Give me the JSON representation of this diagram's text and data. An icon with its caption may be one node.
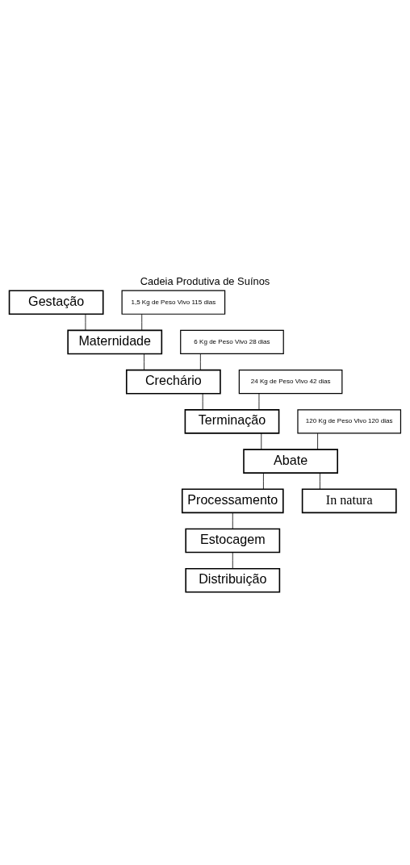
{
  "diagram": {
    "title": "Cadeia Produtiva de Suínos",
    "nodes": [
      {
        "text": [
          "Gestação"
        ]
      },
      {
        "text": [
          "1,5 Kg de Peso Vivo 115 dias"
        ]
      },
      {
        "text": [
          "Maternidade"
        ]
      },
      {
        "text": [
          "6 Kg de Peso Vivo 28 dias"
        ]
      },
      {
        "text": [
          "Crechário"
        ]
      },
      {
        "text": [
          "24 Kg de Peso Vivo 42 dias"
        ]
      },
      {
        "text": [
          "Terminação"
        ]
      },
      {
        "text": [
          "120 Kg de Peso Vivo 120 dias"
        ]
      },
      {
        "text": [
          "Abate"
        ]
      },
      {
        "text": [
          "Processamento"
        ]
      },
      {
        "text": [
          "In natura"
        ]
      },
      {
        "text": [
          "Estocagem"
        ]
      },
      {
        "text": [
          "Distribuição"
        ]
      }
    ],
    "edges": [
      {
        "from": 0,
        "to": 2,
        "arrow": "none"
      },
      {
        "from": 1,
        "to": 2,
        "arrow": "none"
      },
      {
        "from": 2,
        "to": 4,
        "arrow": "none"
      },
      {
        "from": 3,
        "to": 4,
        "arrow": "none"
      },
      {
        "from": 4,
        "to": 6,
        "arrow": "none"
      },
      {
        "from": 5,
        "to": 6,
        "arrow": "none"
      },
      {
        "from": 6,
        "to": 8,
        "arrow": "none"
      },
      {
        "from": 7,
        "to": 8,
        "arrow": "none"
      },
      {
        "from": 8,
        "to": 9,
        "arrow": "none"
      },
      {
        "from": 8,
        "to": 10,
        "arrow": "none"
      },
      {
        "from": 9,
        "to": 11,
        "arrow": "none"
      },
      {
        "from": 11,
        "to": 12,
        "arrow": "none"
      }
    ]
  }
}
